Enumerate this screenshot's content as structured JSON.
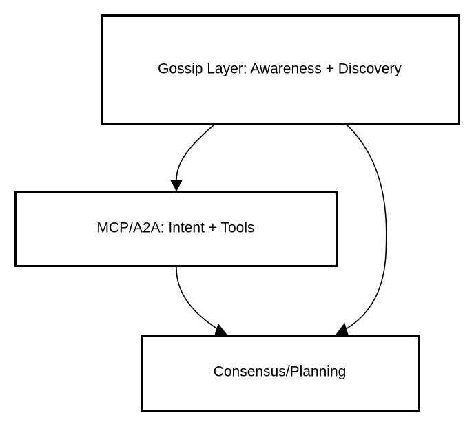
{
  "nodes": {
    "gossip": {
      "label": "Gossip Layer: Awareness + Discovery"
    },
    "mcp": {
      "label": "MCP/A2A: Intent + Tools"
    },
    "consensus": {
      "label": "Consensus/Planning"
    }
  },
  "edges": [
    {
      "from": "gossip",
      "to": "mcp"
    },
    {
      "from": "mcp",
      "to": "consensus"
    },
    {
      "from": "gossip",
      "to": "consensus"
    }
  ]
}
